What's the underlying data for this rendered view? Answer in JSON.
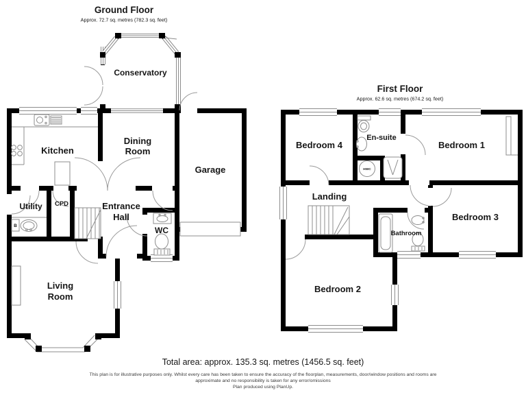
{
  "ground_floor": {
    "title": "Ground Floor",
    "subtitle": "Approx. 72.7 sq. metres (782.3 sq. feet)",
    "labels": {
      "conservatory": "Conservatory",
      "kitchen": "Kitchen",
      "dining1": "Dining",
      "dining2": "Room",
      "garage": "Garage",
      "utility": "Utility",
      "cpd": "CPD",
      "hall1": "Entrance",
      "hall2": "Hall",
      "wc": "WC",
      "living1": "Living",
      "living2": "Room",
      "boiler": "B"
    }
  },
  "first_floor": {
    "title": "First Floor",
    "subtitle": "Approx. 62.6 sq. metres (674.2 sq. feet)",
    "labels": {
      "bedroom4": "Bedroom 4",
      "ensuite": "En-suite",
      "bedroom1": "Bedroom 1",
      "landing": "Landing",
      "hwc": "HWC",
      "bathroom": "Bathroom",
      "bedroom3": "Bedroom 3",
      "bedroom2": "Bedroom 2"
    }
  },
  "footer": {
    "total_area": "Total area: approx. 135.3 sq. metres (1456.5 sq. feet)",
    "disclaimer1": "This plan is for illustrative purposes only. Whilst every care has been taken to ensure the accuracy of the floorplan, measurements, door/window positions and rooms are",
    "disclaimer2": "approximate and no responsibility is taken for any error/omissions",
    "disclaimer3": "Plan produced using PlanUp."
  },
  "colors": {
    "wall": "#000000",
    "line": "#8c8c8c",
    "background": "#ffffff"
  }
}
